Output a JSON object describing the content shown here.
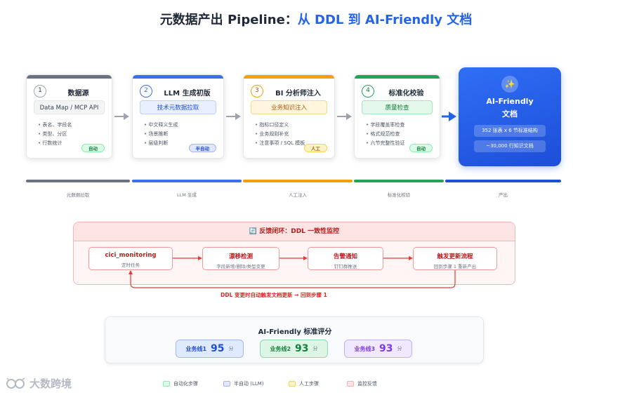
{
  "title": {
    "prefix": "元数据产出 Pipeline：",
    "highlight": "从 DDL 到 AI-Friendly 文档"
  },
  "steps": [
    {
      "num": "1",
      "title": "数据源",
      "tag": "Data Map / MCP API",
      "items": [
        "表名、字段名",
        "类型、分区",
        "行数统计"
      ],
      "badge": "自动",
      "color": "#6b7280"
    },
    {
      "num": "2",
      "title": "LLM 生成初版",
      "tag": "技术元数据拉取",
      "items": [
        "中文释义生成",
        "场景推断",
        "层级判断"
      ],
      "badge": "半自动",
      "color": "#3b6ef0"
    },
    {
      "num": "3",
      "title": "BI 分析师注入",
      "tag": "业务知识注入",
      "items": [
        "指标口径定义",
        "业务规则补充",
        "注意事项 / SQL 模板"
      ],
      "badge": "人工",
      "color": "#f59e0b"
    },
    {
      "num": "4",
      "title": "标准化校验",
      "tag": "质量检查",
      "items": [
        "字段覆盖率检查",
        "格式规范检查",
        "六节完整性验证"
      ],
      "badge": "自动",
      "color": "#22a35a"
    }
  ],
  "output": {
    "icon": "sparkle-icon",
    "title_line1": "AI-Friendly",
    "title_line2": "文档",
    "stat1": "352 张表 x 6 节标准结构",
    "stat2": "~30,000 行知识文档"
  },
  "stages": [
    "元数据拉取",
    "LLM 生成",
    "人工注入",
    "标准化校验",
    "产出"
  ],
  "loop": {
    "title": "🔄 反馈闭环：DDL 一致性监控",
    "boxes": [
      {
        "title": "cici_monitoring",
        "sub": "定时任务"
      },
      {
        "title": "漂移检测",
        "sub": "字段新增/删除/类型变更"
      },
      {
        "title": "告警通知",
        "sub": "钉钉群推送"
      },
      {
        "title": "触发更新流程",
        "sub": "回到步骤 1 重新产出"
      }
    ],
    "note": "DDL 变更时自动触发文档更新 → 回到步骤 1"
  },
  "scores": {
    "title": "AI-Friendly 标准评分",
    "unit": "分",
    "items": [
      {
        "name": "业务线1",
        "value": "95",
        "color": "#3b6ef0"
      },
      {
        "name": "业务线2",
        "value": "93",
        "color": "#22a35a"
      },
      {
        "name": "业务线3",
        "value": "93",
        "color": "#8b5cf6"
      }
    ]
  },
  "legend": [
    "自动化步骤",
    "半自动 (LLM)",
    "人工步骤",
    "监控反馈"
  ],
  "watermark": "大数跨境"
}
